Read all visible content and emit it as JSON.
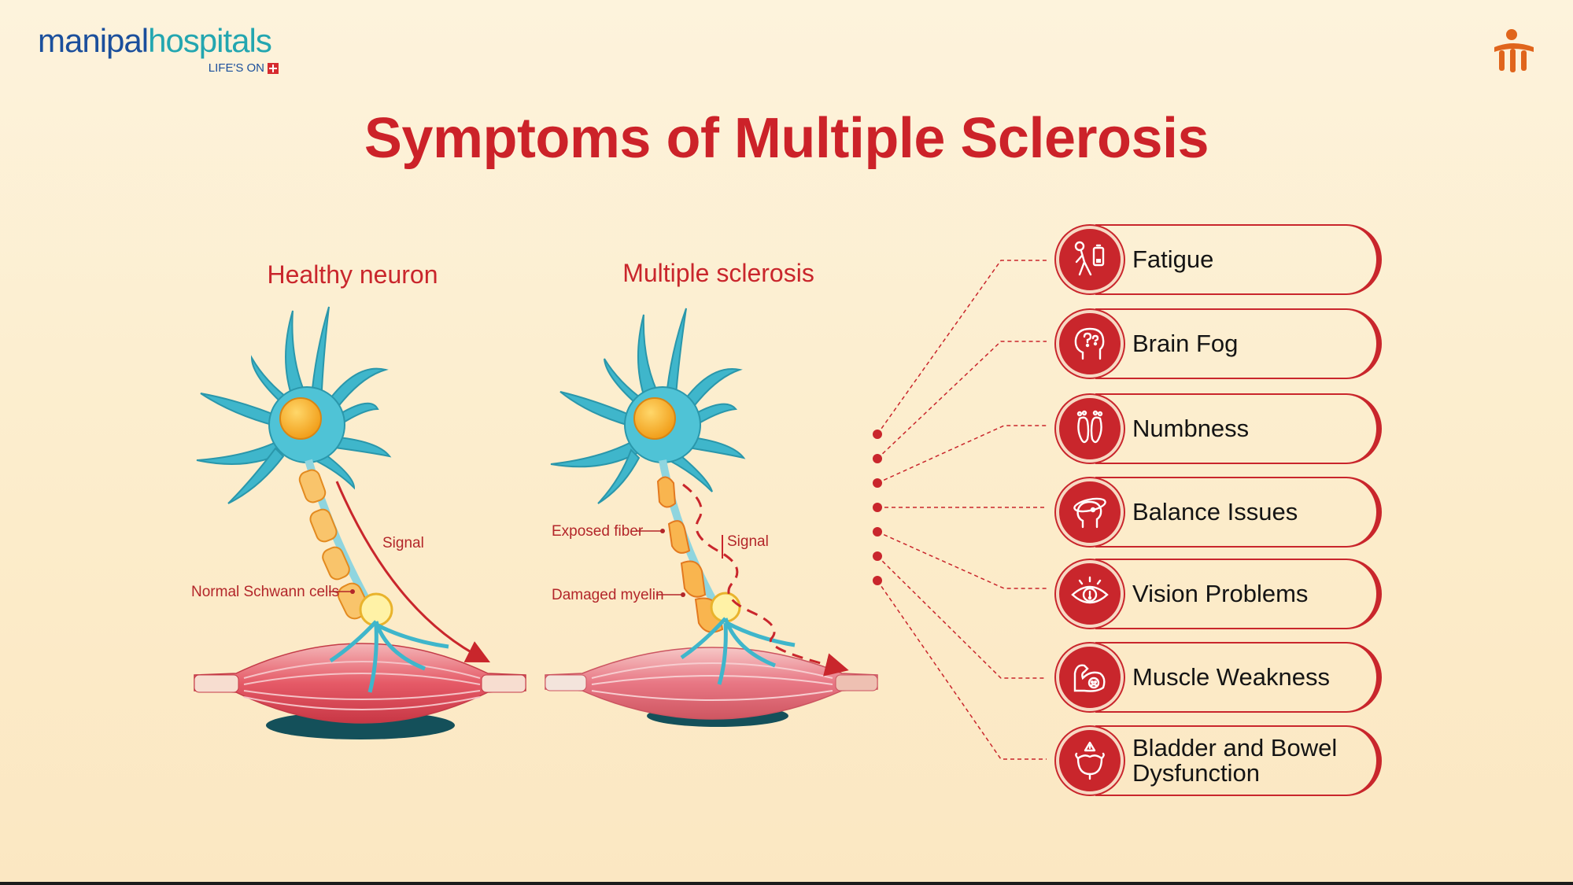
{
  "logo": {
    "word_part1": "manipal",
    "word_part2": "hospitals",
    "tagline": "LIFE'S ON"
  },
  "title": "Symptoms of Multiple Sclerosis",
  "diagram": {
    "healthy_heading": "Healthy neuron",
    "ms_heading": "Multiple sclerosis",
    "labels": {
      "signal_healthy": "Signal",
      "schwann": "Normal Schwann cells",
      "exposed": "Exposed fiber",
      "signal_ms": "Signal",
      "damaged": "Damaged myelin"
    }
  },
  "symptoms": [
    {
      "label": "Fatigue",
      "icon": "fatigue-icon"
    },
    {
      "label": "Brain Fog",
      "icon": "brain-fog-icon"
    },
    {
      "label": "Numbness",
      "icon": "numbness-icon"
    },
    {
      "label": "Balance Issues",
      "icon": "balance-icon"
    },
    {
      "label": "Vision Problems",
      "icon": "vision-icon"
    },
    {
      "label": "Muscle Weakness",
      "icon": "muscle-icon"
    },
    {
      "label": "Bladder and Bowel Dysfunction",
      "icon": "bladder-icon"
    }
  ],
  "colors": {
    "accent": "#c9262c",
    "neuron": "#3fb6cb",
    "nucleus": "#f4a21f",
    "muscle": "#e4606e",
    "background": "#fdf0d5"
  }
}
